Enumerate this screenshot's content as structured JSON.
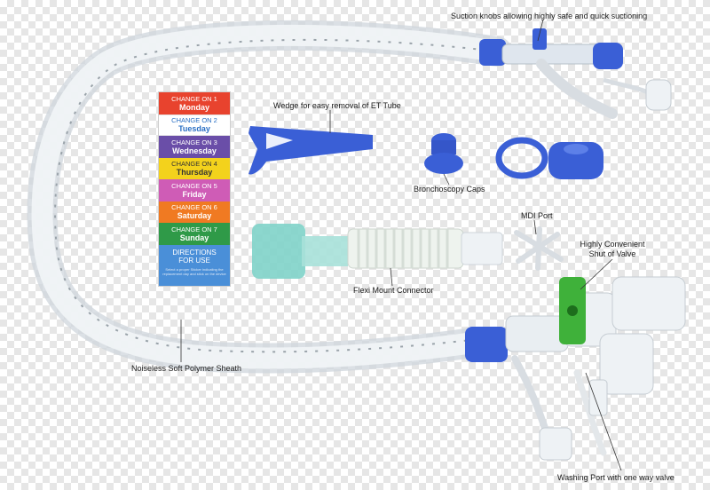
{
  "labels": {
    "suction_knobs": "Suction knobs allowing highly safe and quick suctioning",
    "wedge": "Wedge for easy removal of ET Tube",
    "bronchoscopy_caps": "Bronchoscopy Caps",
    "mdi_port": "MDI Port",
    "shut_valve": "Highly Convenient Shut of Valve",
    "flexi_mount": "Flexi Mount Connector",
    "sheath": "Noiseless Soft Polymer Sheath",
    "washing_port": "Washing Port with one way valve"
  },
  "day_card": {
    "bands": [
      {
        "title": "CHANGE ON 1",
        "day": "Monday",
        "color": "#e8432e"
      },
      {
        "title": "CHANGE ON 2",
        "day": "Tuesday",
        "color": "#ffffff",
        "text_color": "#2a6fc4"
      },
      {
        "title": "CHANGE ON 3",
        "day": "Wednesday",
        "color": "#6a4ea8"
      },
      {
        "title": "CHANGE ON 4",
        "day": "Thursday",
        "color": "#f3d21c",
        "text_color": "#333333"
      },
      {
        "title": "CHANGE ON 5",
        "day": "Friday",
        "color": "#cf5cb6"
      },
      {
        "title": "CHANGE ON 6",
        "day": "Saturday",
        "color": "#f07a22"
      },
      {
        "title": "CHANGE ON 7",
        "day": "Sunday",
        "color": "#2f9a48"
      }
    ],
    "directions": {
      "title_line1": "DIRECTIONS",
      "title_line2": "FOR USE",
      "fine_print": "Select a proper Sticker indicating the replacement day and stick on the device"
    }
  },
  "colors": {
    "device_blue": "#3a5fd6",
    "valve_green": "#3fb13a",
    "connector_teal": "#7fd3c9",
    "sheath": "#e9eef2"
  }
}
